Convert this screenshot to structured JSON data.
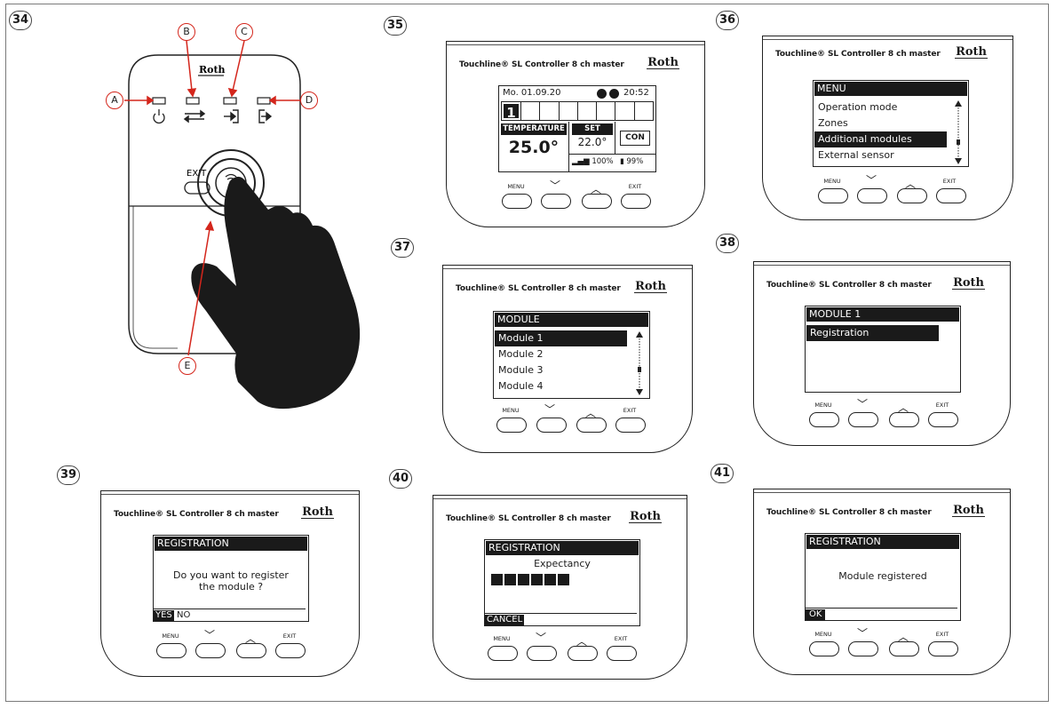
{
  "steps": [
    "34",
    "35",
    "36",
    "37",
    "38",
    "39",
    "40",
    "41"
  ],
  "device": {
    "title": "Touchline® SL Controller 8 ch master",
    "logo": "Roth",
    "buttons": {
      "menu": "MENU",
      "down": "﹀",
      "up": "︿",
      "exit": "EXIT"
    }
  },
  "panel34": {
    "logo": "Roth",
    "exit_label": "EXIT",
    "callouts": [
      "A",
      "B",
      "C",
      "D",
      "E"
    ],
    "icons": [
      "power-icon",
      "swap-arrows-icon",
      "login-icon",
      "logout-icon",
      "wireless-icon"
    ]
  },
  "panel35": {
    "date": "Mo. 01.09.20",
    "time": "20:52",
    "zone": "1",
    "temperature_label": "TEMPERATURE",
    "temperature": "25.0°",
    "set_label": "SET",
    "set_value": "22.0°",
    "mode": "CON",
    "signal": "100%",
    "battery": "99%"
  },
  "panel36": {
    "header": "MENU",
    "items": [
      "Operation mode",
      "Zones",
      "Additional modules",
      "External sensor"
    ],
    "selected": 2
  },
  "panel37": {
    "header": "MODULE",
    "items": [
      "Module 1",
      "Module 2",
      "Module 3",
      "Module 4"
    ],
    "selected": 0
  },
  "panel38": {
    "header": "MODULE 1",
    "items": [
      "Registration"
    ],
    "selected": 0
  },
  "panel39": {
    "header": "REGISTRATION",
    "line1": "Do you want to register",
    "line2": "the module ?",
    "yes": "YES",
    "no": "NO"
  },
  "panel40": {
    "header": "REGISTRATION",
    "message": "Expectancy",
    "progress_blocks": 6,
    "cancel": "CANCEL"
  },
  "panel41": {
    "header": "REGISTRATION",
    "message": "Module registered",
    "ok": "OK"
  }
}
